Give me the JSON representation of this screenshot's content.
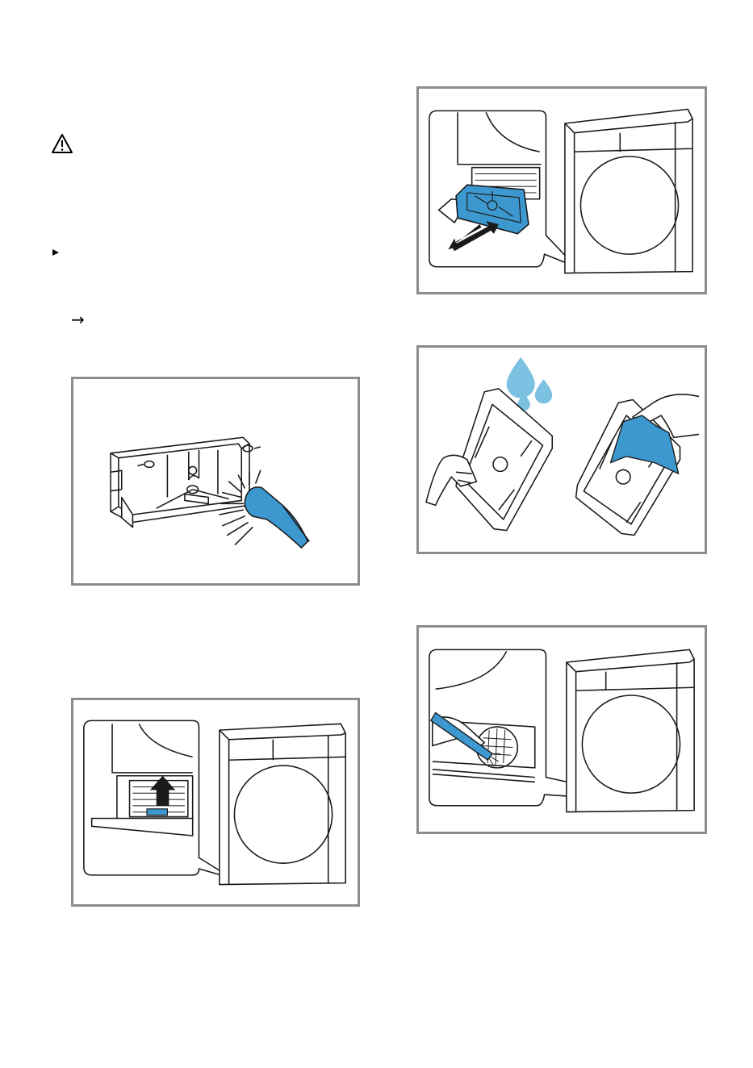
{
  "icons": {
    "warning": "warning-triangle-icon",
    "bullet": "play-bullet-icon",
    "result": "result-arrow-icon",
    "result_glyph": "→"
  },
  "colors": {
    "accent_blue": "#3d98cf",
    "light_blue": "#7cc0e2",
    "panel_border": "#8c8c8c",
    "line": "#1a1a1a"
  },
  "figures": [
    {
      "id": "brush-cleaning-filter-frame"
    },
    {
      "id": "lift-filter-out-of-appliance"
    },
    {
      "id": "pull-out-filter-drawer"
    },
    {
      "id": "rinse-and-wipe-filter"
    },
    {
      "id": "clean-filter-housing-with-brush"
    }
  ]
}
